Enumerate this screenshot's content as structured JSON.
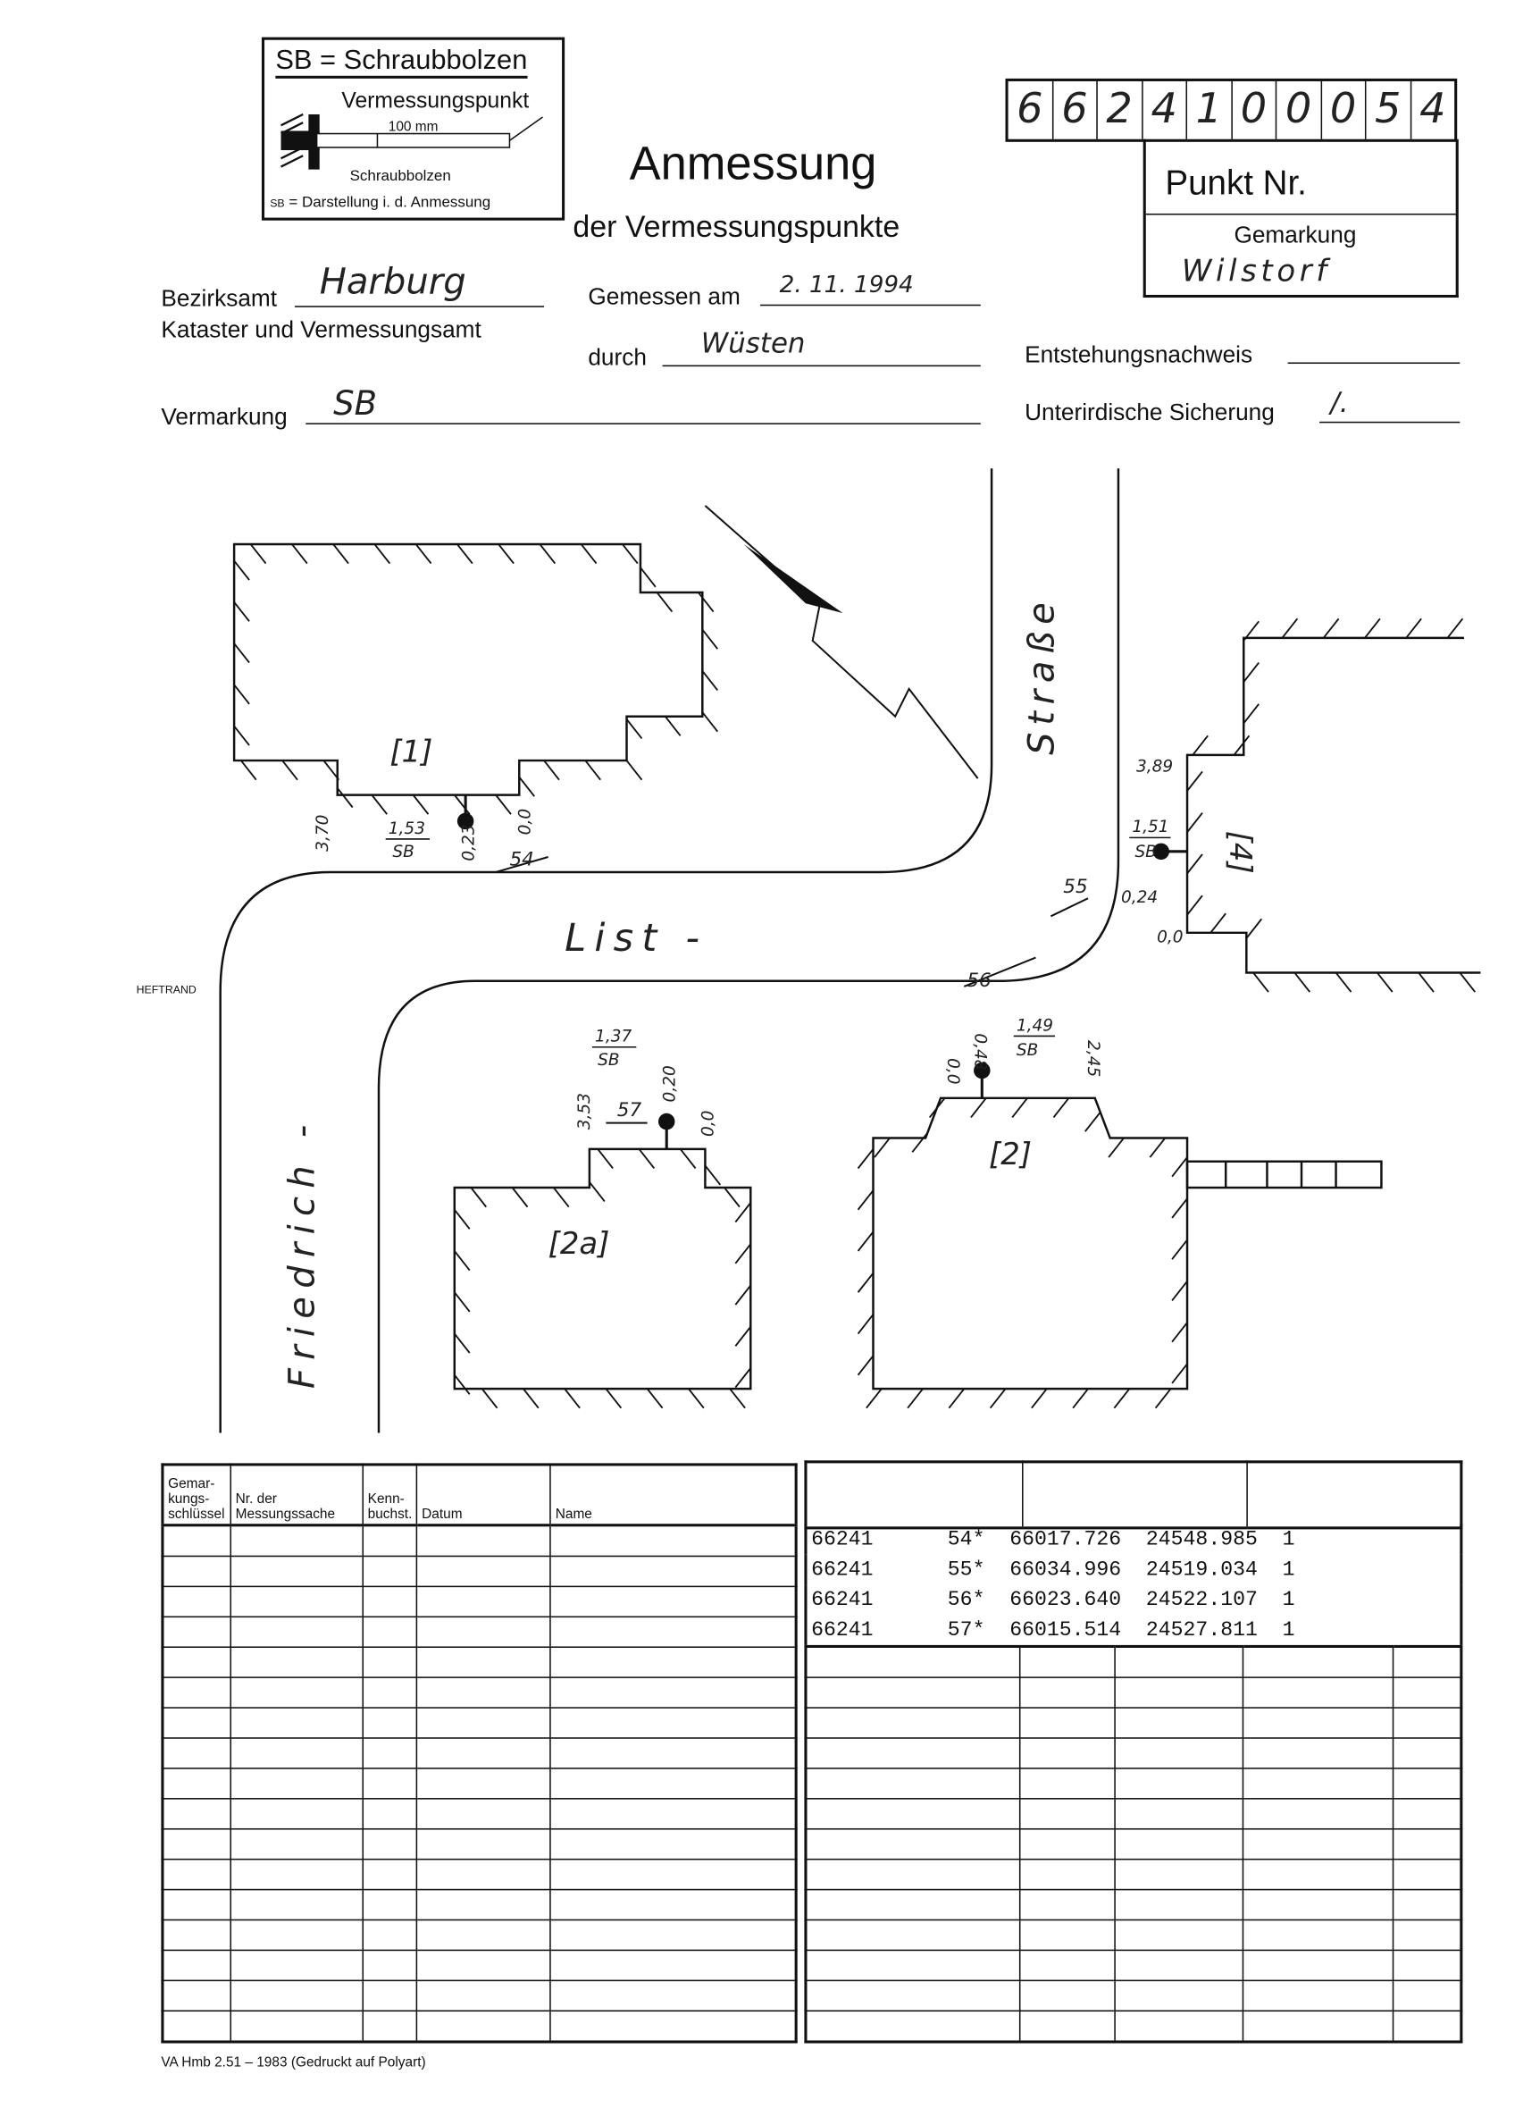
{
  "legend": {
    "title": "SB = Schraubbolzen",
    "point_label": "Vermessungspunkt",
    "length": "100 mm",
    "bolt_label": "Schraubbolzen",
    "symbol_text": "SB",
    "symbol_desc": "= Darstellung i. d. Anmessung"
  },
  "title": {
    "main": "Anmessung",
    "sub": "der Vermessungspunkte"
  },
  "punkt": {
    "digits": [
      "6",
      "6",
      "2",
      "4",
      "1",
      "0",
      "0",
      "0",
      "5",
      "4"
    ],
    "label": "Punkt Nr.",
    "gemarkung_label": "Gemarkung",
    "gemarkung_value": "Wilstorf"
  },
  "form": {
    "bezirksamt_label": "Bezirksamt",
    "bezirksamt_value": "Harburg",
    "kataster_label": "Kataster und Vermessungsamt",
    "gemessen_label": "Gemessen am",
    "gemessen_value": "2. 11. 1994",
    "durch_label": "durch",
    "durch_value": "Wüsten",
    "vermarkung_label": "Vermarkung",
    "vermarkung_value": "SB",
    "entstehung_label": "Entstehungsnachweis",
    "sicherung_label": "Unterirdische Sicherung",
    "sicherung_value": "/."
  },
  "sketch": {
    "buildings": [
      "[1]",
      "[2a]",
      "[2]",
      "[4]"
    ],
    "streets": [
      "List -",
      "Straße",
      "Friedrich -"
    ],
    "points": [
      "54",
      "55",
      "56",
      "57"
    ],
    "measures": {
      "b1_a": "3,70",
      "b1_b": "1,53",
      "b1_sb": "SB",
      "b1_c": "0,23",
      "b1_d": "0,0",
      "b4_a": "3,89",
      "b4_b": "1,51",
      "b4_sb": "SB",
      "b4_c": "0,24",
      "b4_d": "0,0",
      "b2a_a": "1,37",
      "b2a_sb": "SB",
      "b2a_b": "3,53",
      "b2a_c": "0,20",
      "b2a_d": "0,0",
      "b2_a": "0,0",
      "b2_b": "0,48",
      "b2_c": "1,49",
      "b2_sb": "SB",
      "b2_d": "2,45"
    }
  },
  "heftrand": "HEFTRAND",
  "left_table": {
    "headers": [
      "Gemar-\nkungs-\nschlüssel",
      "Nr. der\nMessungssache",
      "Kenn-\nbuchst.",
      "Datum",
      "Name"
    ]
  },
  "right_table": {
    "rows": [
      [
        "66241",
        "54*",
        "66017.726",
        "24548.985",
        "1"
      ],
      [
        "66241",
        "55*",
        "66034.996",
        "24519.034",
        "1"
      ],
      [
        "66241",
        "56*",
        "66023.640",
        "24522.107",
        "1"
      ],
      [
        "66241",
        "57*",
        "66015.514",
        "24527.811",
        "1"
      ]
    ]
  },
  "footer": "VA Hmb 2.51 – 1983 (Gedruckt auf Polyart)"
}
